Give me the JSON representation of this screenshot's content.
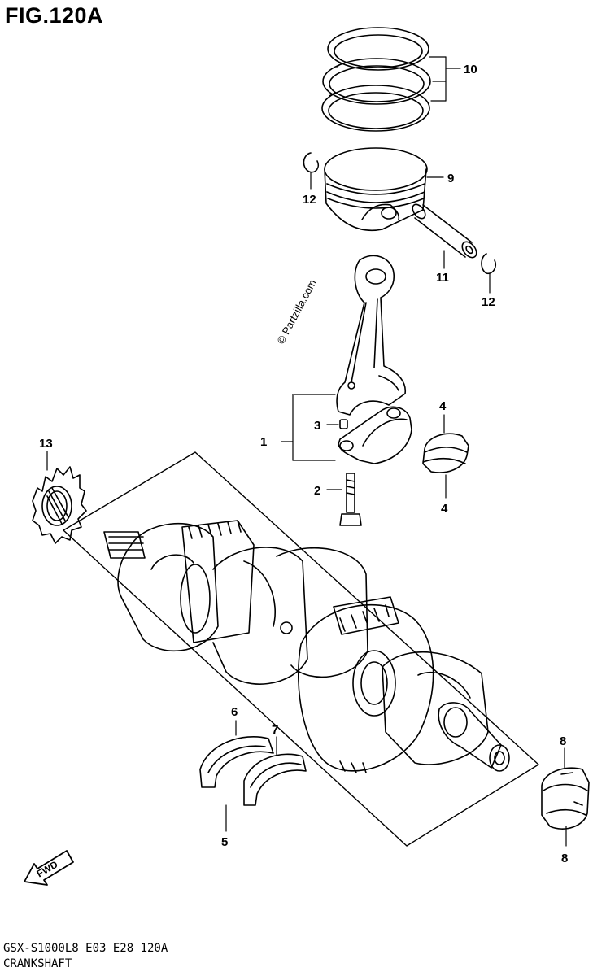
{
  "title": "FIG.120A",
  "watermark": "© Partzilla.com",
  "fwd_label": "FWD",
  "footer": {
    "code": "GSX-S1000L8  E03  E28  120A",
    "name": "CRANKSHAFT"
  },
  "callouts": {
    "c1": "1",
    "c2": "2",
    "c3": "3",
    "c4a": "4",
    "c4b": "4",
    "c5": "5",
    "c6": "6",
    "c7": "7",
    "c8a": "8",
    "c8b": "8",
    "c9": "9",
    "c10": "10",
    "c11": "11",
    "c12a": "12",
    "c12b": "12",
    "c13": "13"
  }
}
